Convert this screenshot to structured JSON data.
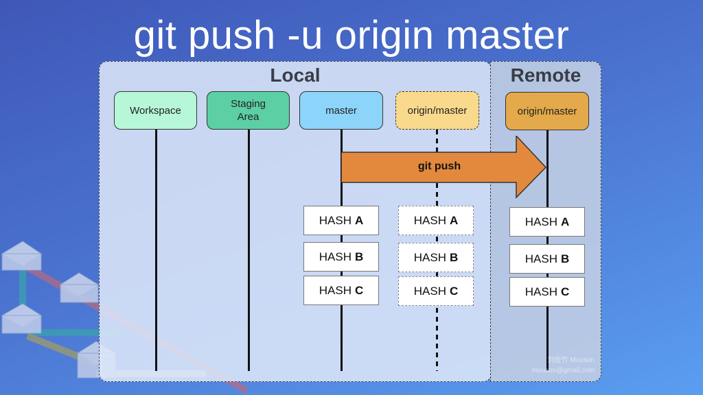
{
  "title": "git push -u origin master",
  "panels": {
    "local_label": "Local",
    "remote_label": "Remote"
  },
  "branches": {
    "workspace": "Workspace",
    "staging": "Staging Area",
    "master": "master",
    "local_origin_master": "origin/master",
    "remote_origin_master": "origin/master"
  },
  "arrow": {
    "label": "git push"
  },
  "hashes": {
    "prefix": "HASH",
    "ids": [
      "A",
      "B",
      "C"
    ]
  },
  "watermark": {
    "name": "刘佐竹 Mouson",
    "email": "mouson@gmail.com"
  },
  "colors": {
    "workspace": "#b6f7d8",
    "staging": "#5ccfa5",
    "master": "#8dd4fb",
    "local_origin": "#f9d98c",
    "remote_origin": "#e3a94a",
    "arrow": "#e3893e"
  }
}
